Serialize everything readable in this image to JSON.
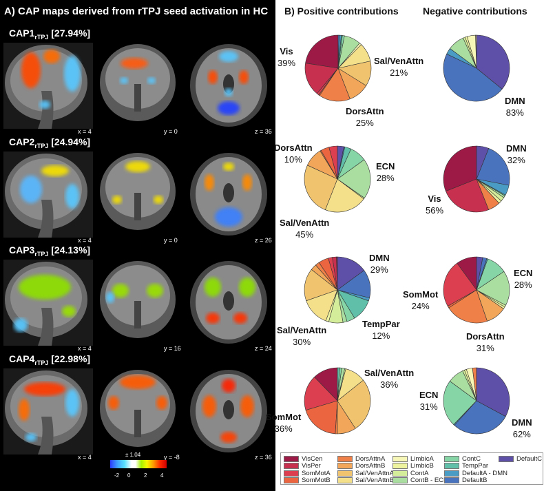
{
  "panel_a": {
    "title": "A) CAP maps derived from rTPJ seed activation in HC",
    "caps": [
      {
        "name": "CAP1",
        "sub": "rTPJ",
        "pct": "[27.94%]",
        "coords": [
          "x = 4",
          "y = 0",
          "z = 36"
        ]
      },
      {
        "name": "CAP2",
        "sub": "rTPJ",
        "pct": "[24.94%]",
        "coords": [
          "x = 4",
          "y = 0",
          "z = 26"
        ]
      },
      {
        "name": "CAP3",
        "sub": "rTPJ",
        "pct": "[24.13%]",
        "coords": [
          "x = 4",
          "y = 16",
          "z = 24"
        ]
      },
      {
        "name": "CAP4",
        "sub": "rTPJ",
        "pct": "[22.98%]",
        "coords": [
          "x = 4",
          "y = -8",
          "z = 36"
        ]
      }
    ],
    "colorbar": {
      "threshold": "± 1.04",
      "ticks": [
        "-2",
        "0",
        "2",
        "4"
      ]
    }
  },
  "panel_b": {
    "pos_header": "B) Positive contributions",
    "neg_header": "Negative contributions"
  },
  "chart_data": {
    "type": "pie",
    "categories": [
      "VisCen",
      "VisPer",
      "SomMotA",
      "SomMotB",
      "DorsAttnA",
      "DorsAttnB",
      "Sal/VenAttnA",
      "Sal/VenAttnB",
      "LimbicA",
      "LimbicB",
      "ContA",
      "ContB - ECN",
      "ContC",
      "TempPar",
      "DefaultA - DMN",
      "DefaultB",
      "DefaultC"
    ],
    "colors": [
      "#9e1a46",
      "#c8304f",
      "#dc4050",
      "#ea6540",
      "#ef8048",
      "#f2a65a",
      "#f0c36e",
      "#f4e08a",
      "#f7f7b8",
      "#eef3a0",
      "#d4ed9a",
      "#a9dea0",
      "#86d5a6",
      "#5fbfa8",
      "#4a9cc4",
      "#4a73bd",
      "#5e4fa8"
    ],
    "pies": [
      {
        "cap": "CAP1",
        "sign": "positive",
        "values": [
          22,
          16,
          1,
          0.5,
          15,
          10,
          12,
          9,
          1,
          0,
          0,
          8,
          1,
          0.5,
          1,
          0.5,
          0
        ],
        "labels": [
          {
            "name": "Vis",
            "pct": "39%"
          },
          {
            "name": "Sal/VenAttn",
            "pct": "21%"
          },
          {
            "name": "DorsAttn",
            "pct": "25%"
          }
        ]
      },
      {
        "cap": "CAP1",
        "sign": "negative",
        "values": [
          0,
          0,
          0,
          0,
          0,
          0,
          0,
          0.5,
          4,
          1,
          1,
          8,
          0,
          0,
          3,
          45,
          35
        ],
        "labels": [
          {
            "name": "DMN",
            "pct": "83%"
          }
        ]
      },
      {
        "cap": "CAP2",
        "sign": "positive",
        "values": [
          0,
          0,
          4,
          4,
          0.5,
          9,
          25,
          20,
          0,
          0,
          0.5,
          19,
          8,
          3,
          0,
          0.5,
          3
        ],
        "labels": [
          {
            "name": "DorsAttn",
            "pct": "10%"
          },
          {
            "name": "ECN",
            "pct": "28%"
          },
          {
            "name": "Sal/VenAttn",
            "pct": "45%"
          }
        ]
      },
      {
        "cap": "CAP2",
        "sign": "negative",
        "values": [
          31,
          25,
          0,
          0,
          6,
          0,
          0,
          0,
          0,
          1.5,
          2,
          1,
          0,
          0.5,
          5,
          22,
          6
        ],
        "labels": [
          {
            "name": "DMN",
            "pct": "32%"
          },
          {
            "name": "Vis",
            "pct": "56%"
          }
        ]
      },
      {
        "cap": "CAP3",
        "sign": "positive",
        "values": [
          0.5,
          2,
          2,
          5,
          2,
          3,
          16,
          14,
          0,
          1.5,
          7,
          2,
          4,
          11,
          1.5,
          14,
          15
        ],
        "labels": [
          {
            "name": "DMN",
            "pct": "29%"
          },
          {
            "name": "TempPar",
            "pct": "12%"
          },
          {
            "name": "Sal/VenAttn",
            "pct": "30%"
          }
        ]
      },
      {
        "cap": "CAP3",
        "sign": "negative",
        "values": [
          10,
          0,
          23,
          1,
          21,
          10,
          0,
          0,
          0,
          1,
          1,
          17,
          10,
          0,
          0.5,
          2,
          3
        ],
        "labels": [
          {
            "name": "ECN",
            "pct": "28%"
          },
          {
            "name": "SomMot",
            "pct": "24%"
          },
          {
            "name": "DorsAttn",
            "pct": "31%"
          }
        ]
      },
      {
        "cap": "CAP4",
        "sign": "positive",
        "values": [
          12,
          0,
          17,
          19,
          1,
          9,
          26,
          10,
          0,
          0,
          0.5,
          1.5,
          1,
          1,
          0,
          0,
          0
        ],
        "labels": [
          {
            "name": "Sal/VenAttn",
            "pct": "36%"
          },
          {
            "name": "SomMot",
            "pct": "36%"
          }
        ]
      },
      {
        "cap": "CAP4",
        "sign": "negative",
        "values": [
          0,
          0,
          0,
          0,
          2,
          0,
          0,
          0,
          3,
          1,
          1,
          8,
          23,
          0,
          0.5,
          29,
          33
        ],
        "labels": [
          {
            "name": "ECN",
            "pct": "31%"
          },
          {
            "name": "DMN",
            "pct": "62%"
          }
        ]
      }
    ]
  }
}
